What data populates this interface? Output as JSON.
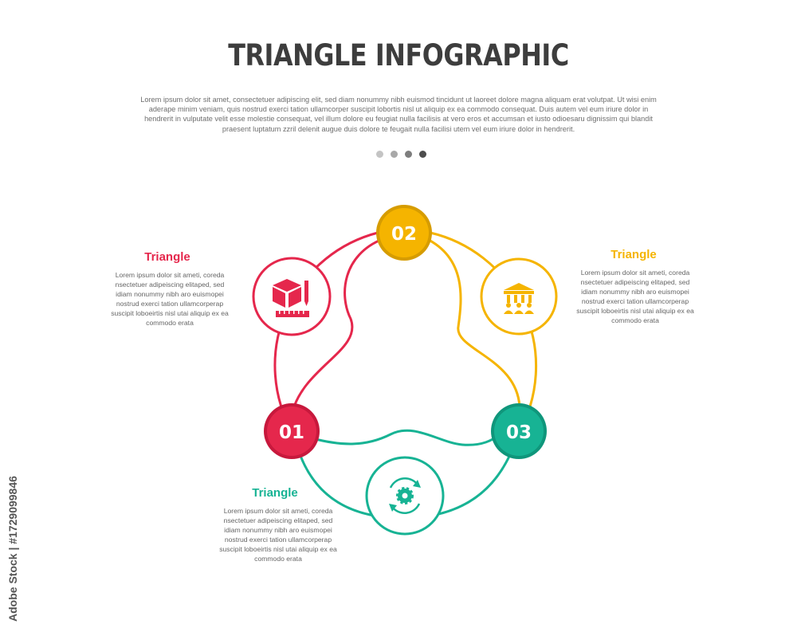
{
  "title": "TRIANGLE INFOGRAPHIC",
  "intro": "Lorem ipsum dolor sit amet, consectetuer adipiscing elit, sed diam nonummy nibh euismod tincidunt ut laoreet dolore magna aliquam erat volutpat. Ut wisi enim aderape minim veniam, quis nostrud exerci tation ullamcorper suscipit lobortis nisl ut aliquip ex ea commodo consequat. Duis autem vel eum iriure dolor in hendrerit in vulputate velit esse molestie consequat, vel illum dolore eu feugiat nulla facilisis at vero eros et accumsan et iusto odioesaru dignissim qui blandit praesent luptatum zzril delenit augue duis dolore te feugait nulla facilisi utem vel eum iriure dolor in hendrerit.",
  "pager_dots": [
    "#c4c4c4",
    "#a8a8a8",
    "#7e7e7e",
    "#4d4d4d"
  ],
  "colors": {
    "red": "#e5274c",
    "yellow": "#f5b400",
    "green": "#17b394"
  },
  "steps": [
    {
      "number": "01",
      "color": "#e5274c",
      "icon": "box-ruler-pencil-icon",
      "heading": "Triangle",
      "body": "Lorem ipsum dolor sit ameti, coreda nsectetuer adipeiscing elitaped, sed idiam nonummy nibh aro euismopei nostrud exerci tation ullamcorperap suscipit loboeirtis nisl utai aliquip ex ea commodo erata"
    },
    {
      "number": "02",
      "color": "#f5b400",
      "icon": "teamwork-building-icon",
      "heading": "Triangle",
      "body": "Lorem ipsum dolor sit ameti, coreda nsectetuer adipeiscing elitaped, sed idiam nonummy nibh aro euismopei nostrud exerci tation ullamcorperap suscipit loboeirtis nisl utai aliquip ex ea commodo erata"
    },
    {
      "number": "03",
      "color": "#17b394",
      "icon": "gear-cycle-icon",
      "heading": "Triangle",
      "body": "Lorem ipsum dolor sit ameti, coreda nsectetuer adipeiscing elitaped, sed idiam nonummy nibh aro euismopei nostrud exerci tation ullamcorperap suscipit loboeirtis nisl utai aliquip ex ea commodo erata"
    }
  ],
  "watermark": "Adobe Stock | #1729099846"
}
